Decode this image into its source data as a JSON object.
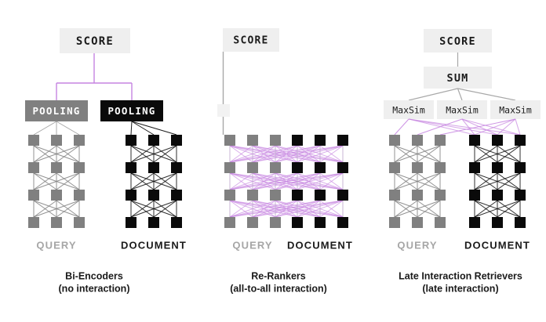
{
  "figure": {
    "background": "#ffffff",
    "colors": {
      "query_gray": "#808080",
      "document_black": "#0a0a0a",
      "box_light": "#efefef",
      "box_gray": "#808080",
      "box_black": "#0a0a0a",
      "purple": "#c684e0",
      "line_gray": "#a8a8a8",
      "text_dark": "#1a1a1a",
      "text_light_gray": "#a6a6a6",
      "cls_token": "#f2f2f2"
    }
  },
  "panels": [
    {
      "id": "bi-encoders",
      "score_label": "SCORE",
      "pooling_query_label": "POOLING",
      "pooling_doc_label": "POOLING",
      "query_label": "QUERY",
      "document_label": "DOCUMENT",
      "caption_title": "Bi-Encoders",
      "caption_sub": "(no interaction)",
      "layers": 4,
      "tokens_per_side": 3,
      "interaction": "none"
    },
    {
      "id": "re-rankers",
      "score_label": "SCORE",
      "query_label": "QUERY",
      "document_label": "DOCUMENT",
      "caption_title": "Re-Rankers",
      "caption_sub": "(all-to-all interaction)",
      "layers": 4,
      "tokens_per_side": 3,
      "interaction": "all-to-all"
    },
    {
      "id": "late-interaction",
      "score_label": "SCORE",
      "sum_label": "SUM",
      "maxsim_labels": [
        "MaxSim",
        "MaxSim",
        "MaxSim"
      ],
      "query_label": "QUERY",
      "document_label": "DOCUMENT",
      "caption_title": "Late Interaction Retrievers",
      "caption_sub": "(late interaction)",
      "layers": 4,
      "tokens_per_side": 3,
      "interaction": "late"
    }
  ]
}
